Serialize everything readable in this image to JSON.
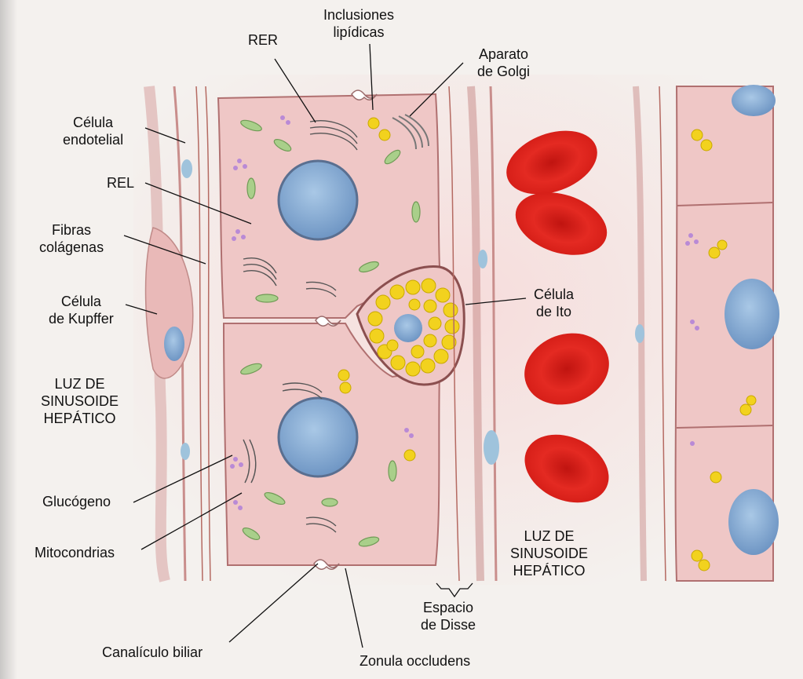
{
  "labels": {
    "rer": "RER",
    "inclusiones": [
      "Inclusiones",
      "lipídicas"
    ],
    "golgi": [
      "Aparato",
      "de Golgi"
    ],
    "endotelial": [
      "Célula",
      "endotelial"
    ],
    "rel": "REL",
    "fibras": [
      "Fibras",
      "colágenas"
    ],
    "kupffer": [
      "Célula",
      "de Kupffer"
    ],
    "luz_left": [
      "LUZ DE",
      "SINUSOIDE",
      "HEPÁTICO"
    ],
    "ito": [
      "Célula",
      "de Ito"
    ],
    "glucogeno": "Glucógeno",
    "mitocondrias": "Mitocondrias",
    "luz_right": [
      "LUZ DE",
      "SINUSOIDE",
      "HEPÁTICO"
    ],
    "disse": [
      "Espacio",
      "de Disse"
    ],
    "canaliculo": "Canalículo biliar",
    "zonula": "Zonula occludens"
  },
  "colors": {
    "hepatocyte": "#efc7c6",
    "nucleus": "#8fb3d8",
    "erythrocyte": "#e0201c",
    "lipid": "#f2d21e",
    "mitochondria": "#a9cf8a",
    "glycogen": "#b98ad6"
  }
}
